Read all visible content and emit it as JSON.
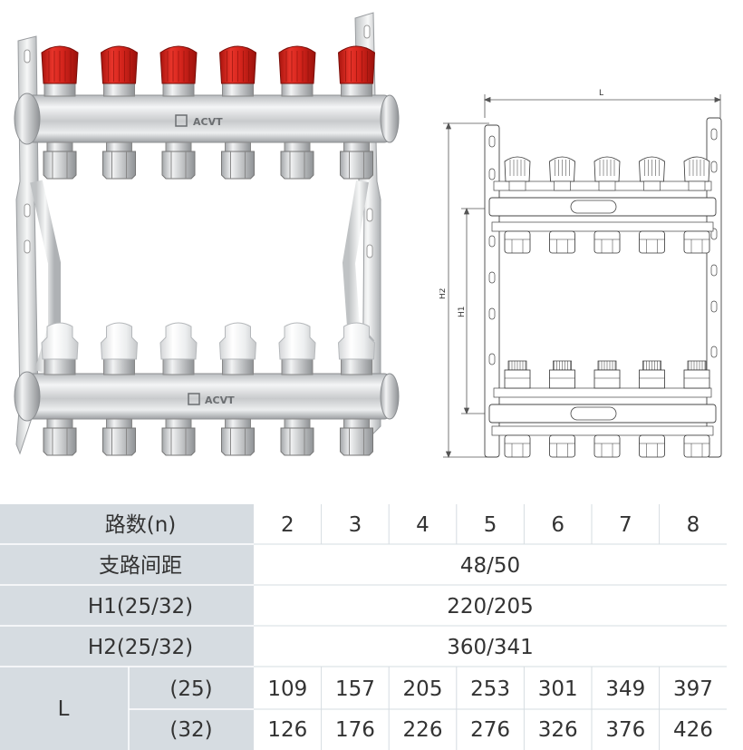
{
  "photo": {
    "top_brand": "ACVT",
    "bottom_brand": "ACVT",
    "outlet_count": 6,
    "colors": {
      "red_caps": "#d7241c",
      "white_caps": "#f2f2f2",
      "chrome": "#d9dbdd"
    }
  },
  "drawing": {
    "dim_L": "L",
    "dim_H2": "H2",
    "dim_H1": "H1",
    "plate_label": "",
    "outlet_count": 5
  },
  "spec_table": {
    "row_n_label": "路数(n)",
    "n_values": [
      "2",
      "3",
      "4",
      "5",
      "6",
      "7",
      "8"
    ],
    "row_spacing_label": "支路间距",
    "spacing_value": "48/50",
    "row_h1_label": "H1(25/32)",
    "h1_value": "220/205",
    "row_h2_label": "H2(25/32)",
    "h2_value": "360/341",
    "row_L_label": "L",
    "L_rows": [
      {
        "size": "(25)",
        "values": [
          "109",
          "157",
          "205",
          "253",
          "301",
          "349",
          "397"
        ]
      },
      {
        "size": "(32)",
        "values": [
          "126",
          "176",
          "226",
          "276",
          "326",
          "376",
          "426"
        ]
      }
    ],
    "colors": {
      "header_bg": "#d6dce1",
      "divider": "#ffffff",
      "text": "#333333"
    }
  }
}
